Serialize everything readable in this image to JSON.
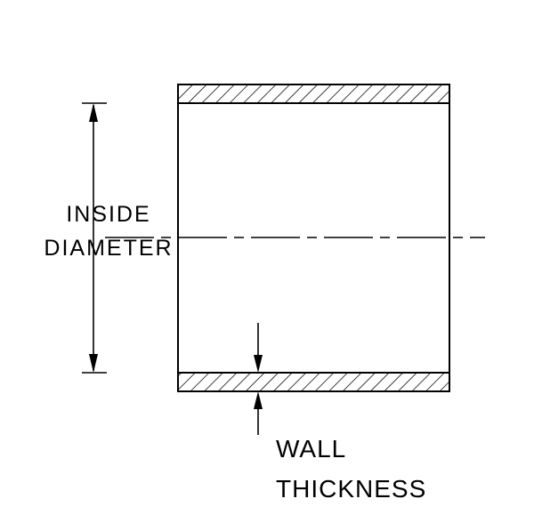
{
  "diagram": {
    "type": "technical-dimension-diagram",
    "subject": "tube cross-section with hatched walls",
    "labels": {
      "inside_line1": "INSIDE",
      "inside_line2": "DIAMETER",
      "wall_line1": "WALL",
      "wall_line2": "THICKNESS"
    },
    "colors": {
      "line": "#000000",
      "text": "#000000",
      "background": "#ffffff"
    }
  }
}
